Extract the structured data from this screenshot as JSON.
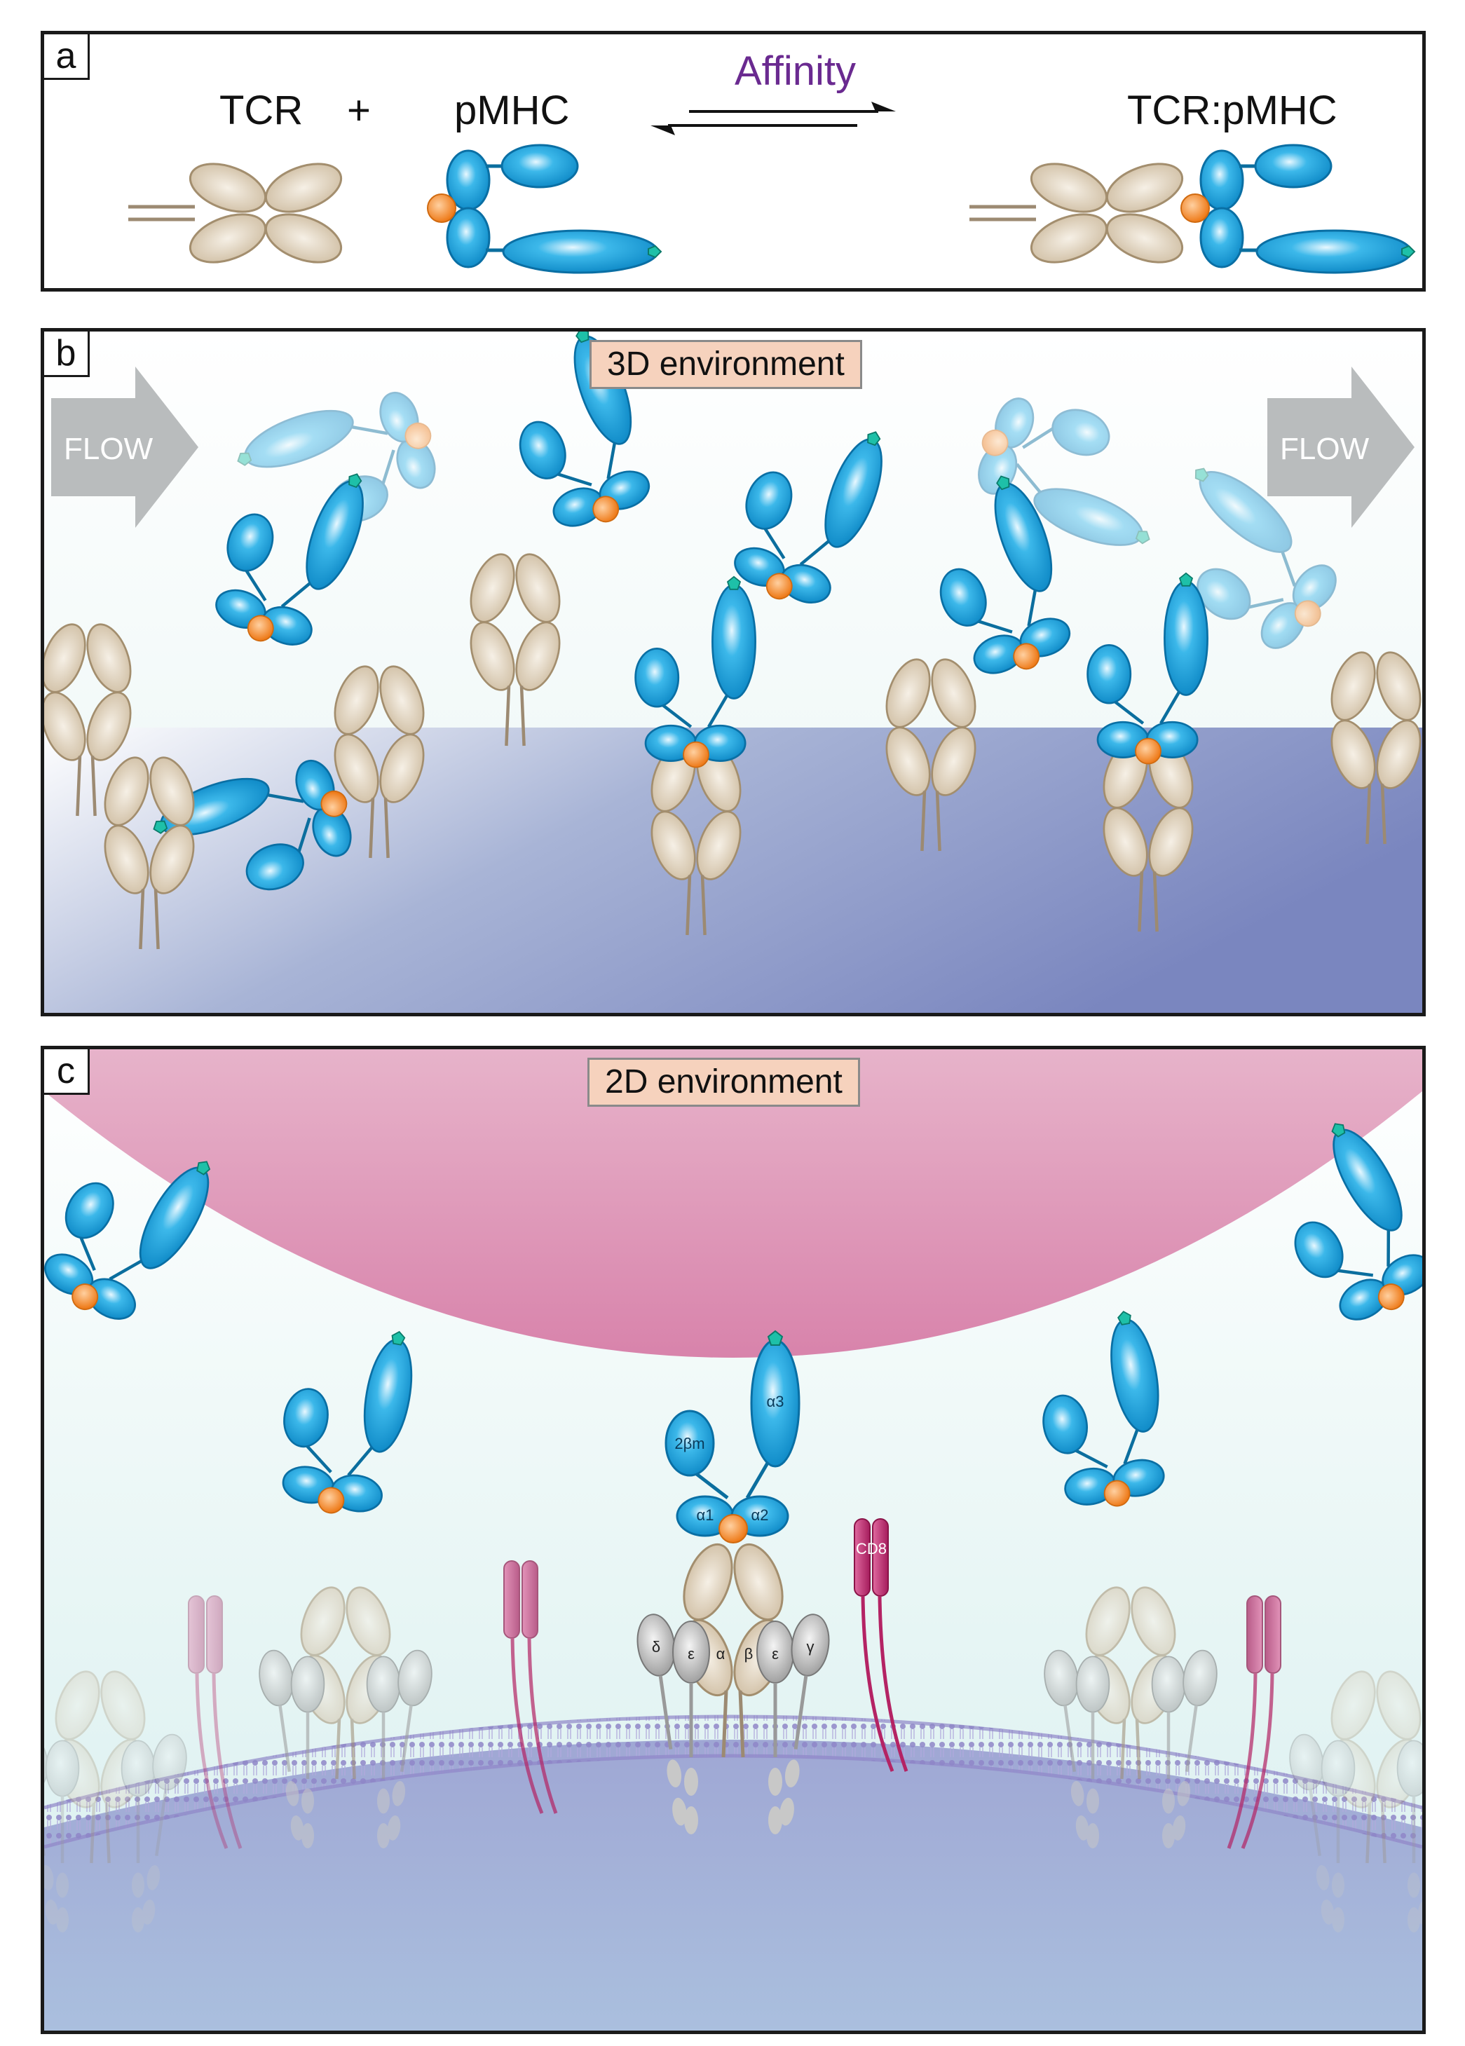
{
  "panel_a": {
    "tag": "a",
    "tcr_label": "TCR",
    "plus": "+",
    "pmhc_label": "pMHC",
    "affinity_label": "Affinity",
    "complex_label": "TCR:pMHC"
  },
  "panel_b": {
    "tag": "b",
    "env_label": "3D environment",
    "flow_left": "FLOW",
    "flow_right": "FLOW"
  },
  "panel_c": {
    "tag": "c",
    "env_label": "2D environment",
    "domain_labels": {
      "b2m": "2βm",
      "alpha3": "α3",
      "alpha1": "α1",
      "alpha2": "α2",
      "cd8": "CD8",
      "delta": "δ",
      "epsilon_left": "ε",
      "alpha": "α",
      "beta": "β",
      "epsilon_right": "ε",
      "gamma": "γ"
    }
  },
  "colors": {
    "mhc_blue": "#1aa0d8",
    "peptide_orange": "#f08a2c",
    "tcr_tan": "#cbb79c",
    "cd8_magenta": "#c0336f",
    "membrane_purple": "#8f86c8",
    "apc_pink": "#d88aae",
    "affinity_purple": "#6a2a90"
  }
}
